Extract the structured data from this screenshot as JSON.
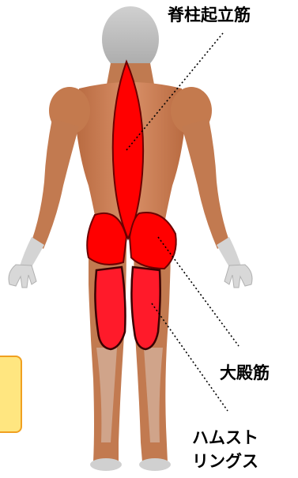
{
  "labels": {
    "spine": "脊柱起立筋",
    "glute": "大殿筋",
    "hamstrings_line1": "ハムスト",
    "hamstrings_line2": "リングス"
  },
  "colors": {
    "highlight": "#ff0000",
    "muscle": "#c8784a",
    "skin": "#e8b48a",
    "tendon": "#d9dde0",
    "note_fill": "#ffe680",
    "note_border": "#f0a020"
  }
}
